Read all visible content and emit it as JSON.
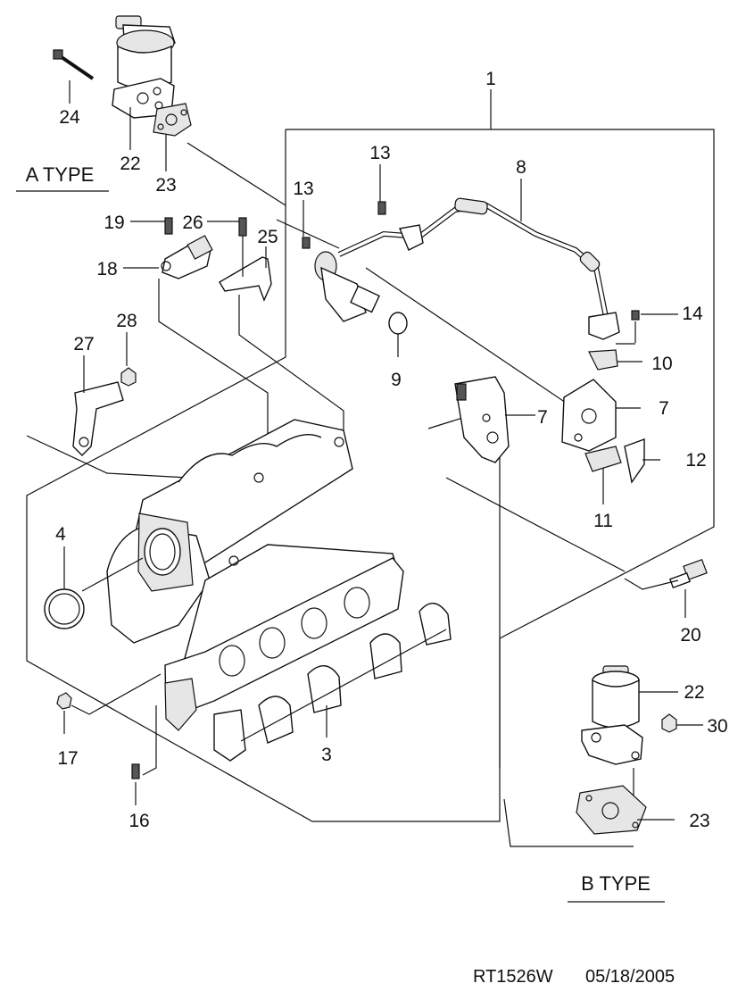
{
  "callouts": {
    "c1": "1",
    "c3": "3",
    "c4": "4",
    "c7a": "7",
    "c7b": "7",
    "c8": "8",
    "c9": "9",
    "c10": "10",
    "c11": "11",
    "c12": "12",
    "c13a": "13",
    "c13b": "13",
    "c14": "14",
    "c16": "16",
    "c17": "17",
    "c18": "18",
    "c19": "19",
    "c20": "20",
    "c22a": "22",
    "c22b": "22",
    "c23a": "23",
    "c23b": "23",
    "c24": "24",
    "c25": "25",
    "c26": "26",
    "c27": "27",
    "c28": "28",
    "c30": "30"
  },
  "type_labels": {
    "a": "A TYPE",
    "b": "B TYPE"
  },
  "footer": {
    "code": "RT1526W",
    "date": "05/18/2005"
  }
}
